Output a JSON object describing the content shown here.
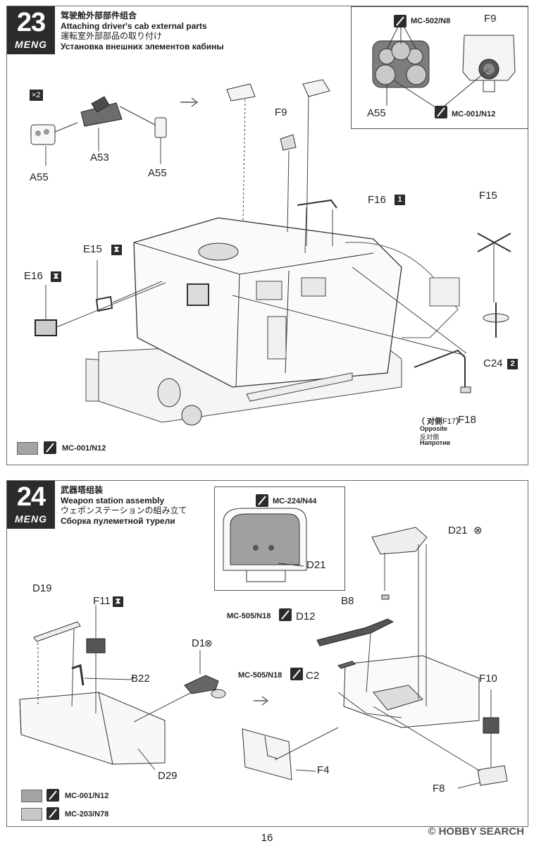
{
  "step23": {
    "number": "23",
    "brand": "MENG",
    "title_cn": "驾驶舱外部部件组合",
    "title_en": "Attaching driver's cab external parts",
    "title_jp": "運転室外部部品の取り付け",
    "title_ru": "Установка внешних элементов кабины",
    "inset_paints": [
      "MC-502/N8",
      "MC-001/N12"
    ],
    "inset_parts": [
      "F9",
      "A55"
    ],
    "qty": "×2",
    "parts": [
      "A53",
      "A55",
      "A55",
      "F9",
      "F16",
      "F15",
      "E15",
      "E16",
      "C24",
      "F18"
    ],
    "badge_f16": "1",
    "badge_c24": "2",
    "opposite_prefix": "（ 对侧",
    "opposite_part": "F17",
    "opposite_suffix": "）",
    "opposite_en": "Opposite",
    "opposite_jp": "反対側",
    "opposite_ru": "Напротив",
    "paint": "MC-001/N12"
  },
  "step24": {
    "number": "24",
    "brand": "MENG",
    "title_cn": "武器塔组装",
    "title_en": "Weapon station assembly",
    "title_jp": "ウェポンステーションの組み立て",
    "title_ru": "Сборка пулеметной турели",
    "inset_paint": "MC-224/N44",
    "inset_part": "D21",
    "parts": [
      "D19",
      "F11",
      "D1",
      "B22",
      "D29",
      "D21",
      "B8",
      "D12",
      "C2",
      "F10",
      "F4",
      "F8"
    ],
    "paint_d12": "MC-505/N18",
    "paint_c2": "MC-505/N18",
    "paints": [
      "MC-001/N12",
      "MC-203/N78"
    ]
  },
  "page_number": "16",
  "watermark": "© HOBBY SEARCH",
  "colors": {
    "swatch_dark": "#a3a3a3",
    "swatch_light": "#c8c8c8",
    "badge": "#2b2b2b"
  }
}
